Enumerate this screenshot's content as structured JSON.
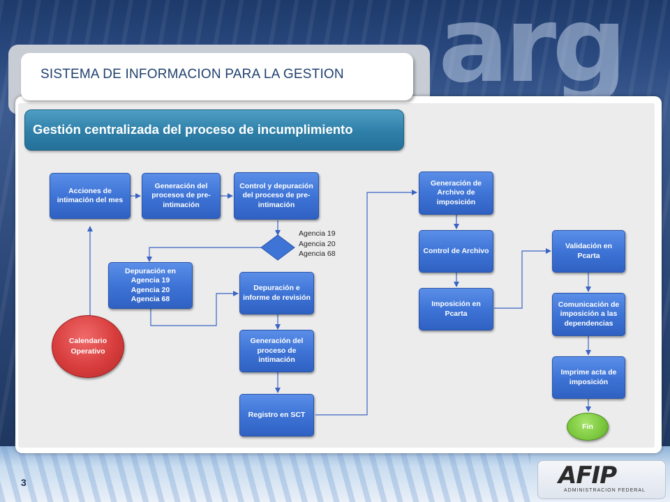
{
  "header": {
    "title": "SISTEMA DE INFORMACION PARA LA GESTION",
    "subtitle": "Gestión centralizada del proceso de incumplimiento"
  },
  "background": {
    "watermark": "arg"
  },
  "flow": {
    "acciones": "Acciones de intimación del mes",
    "generacion_pre": "Generación del procesos de pre-intimación",
    "control_depuracion": "Control y depuración del proceso de pre-intimación",
    "depuracion_agencia": [
      "Depuración en",
      "Agencia 19",
      "Agencia 20",
      "Agencia 68"
    ],
    "depuracion_informe": "Depuración e informe de revisión",
    "generacion_intimacion": "Generación del proceso de intimación",
    "registro_sct": "Registro en SCT",
    "calendario": "Calendario Operativo",
    "generacion_archivo": "Generación de Archivo de imposición",
    "control_archivo": "Control de Archivo",
    "imposicion": "Imposición en Pcarta",
    "validacion": "Validación en Pcarta",
    "comunicacion": "Comunicación de imposición a las dependencias",
    "imprime_acta": "Imprime acta de imposición",
    "fin": "Fin",
    "decision_agencies": [
      "Agencia 19",
      "Agencia 20",
      "Agencia 68"
    ]
  },
  "footer": {
    "page_number": "3",
    "logo": "AFIP",
    "logo_sub": "ADMINISTRACION FEDERAL"
  },
  "colors": {
    "node_blue": "#3e74d6",
    "subtitle_teal": "#2e7fa8",
    "oval_red": "#d83d3d",
    "oval_green": "#7cc83e",
    "connector": "#3a63c2",
    "title_text": "#1f3f6e"
  }
}
